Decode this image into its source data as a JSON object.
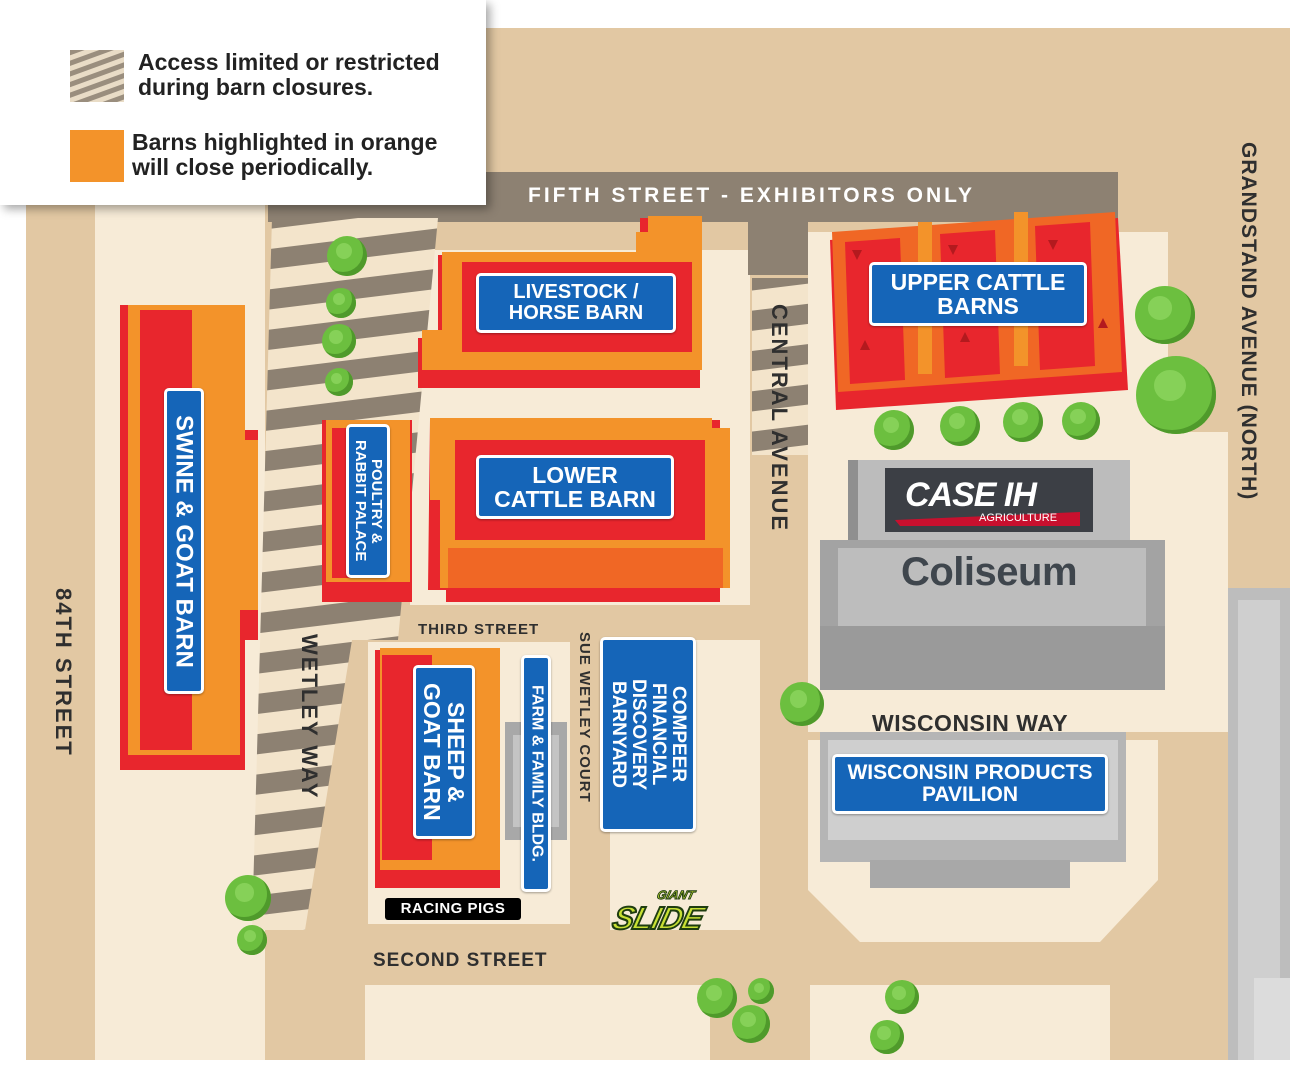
{
  "legend": {
    "hatched_text": "Access limited or restricted during barn closures.",
    "orange_text": "Barns highlighted in orange will close periodically."
  },
  "streets": {
    "fifth": "FIFTH STREET - EXHIBITORS ONLY",
    "grandstand": "GRANDSTAND AVENUE (NORTH)",
    "central": "CENTRAL AVENUE",
    "eighty_fourth": "84TH STREET",
    "wetley_way": "WETLEY WAY",
    "third": "THIRD STREET",
    "sue_wetley": "SUE WETLEY COURT",
    "wisconsin_way": "WISCONSIN WAY",
    "second": "SECOND STREET"
  },
  "buildings": {
    "livestock": "LIVESTOCK / HORSE BARN",
    "upper_cattle": "UPPER CATTLE BARNS",
    "lower_cattle": "LOWER CATTLE BARN",
    "swine_goat": "SWINE & GOAT BARN",
    "poultry": "POULTRY & RABBIT PALACE",
    "sheep_goat": "SHEEP & GOAT BARN",
    "farm_family": "FARM & FAMILY BLDG.",
    "compeer": "COMPEER FINANCIAL DISCOVERY BARNYARD",
    "wisconsin_products": "WISCONSIN PRODUCTS PAVILION",
    "coliseum": "Coliseum",
    "racing_pigs": "RACING PIGS"
  },
  "logos": {
    "case_ih": "CASE IH",
    "agriculture": "AGRICULTURE",
    "giant": "GIANT",
    "slide": "SLIDE"
  },
  "colors": {
    "road": "#e2c8a3",
    "lot": "#f7ebd7",
    "barn_orange": "#f3932a",
    "barn_red": "#e8262d",
    "label_blue": "#1565b8",
    "restricted_road": "#8d8172",
    "coliseum_gray": "#a3a3a3",
    "tree_green": "#6cbf3f",
    "slide_green": "#c8e034"
  }
}
